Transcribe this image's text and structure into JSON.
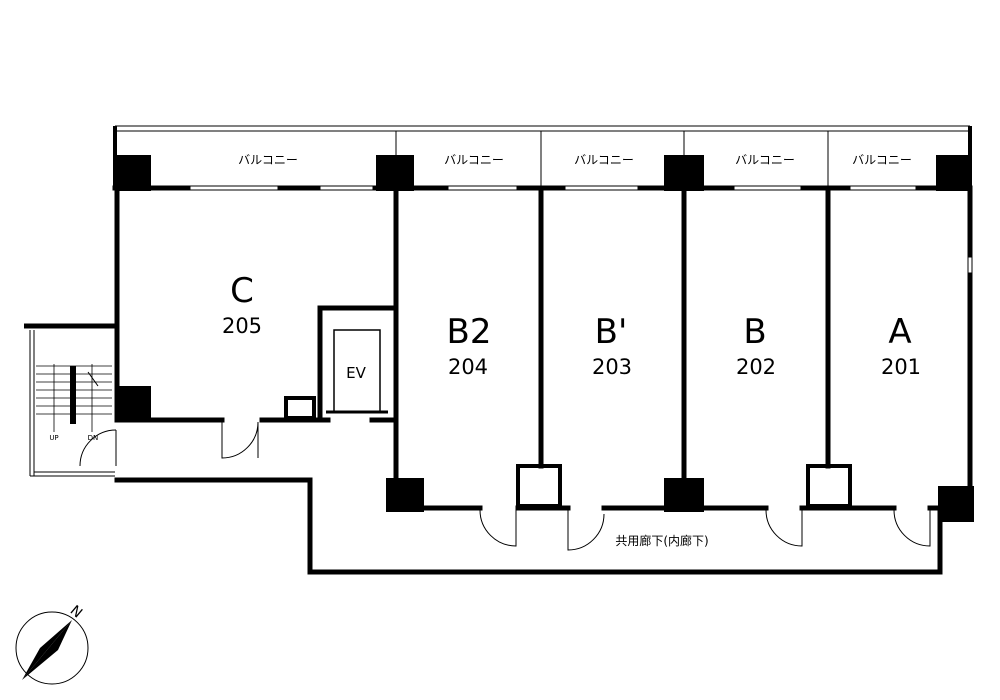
{
  "units": [
    {
      "letter": "C",
      "number": "205"
    },
    {
      "letter": "B2",
      "number": "204"
    },
    {
      "letter": "B'",
      "number": "203"
    },
    {
      "letter": "B",
      "number": "202"
    },
    {
      "letter": "A",
      "number": "201"
    }
  ],
  "balcony_label": "バルコニー",
  "elevator_label": "EV",
  "corridor_label": "共用廊下(内廊下)",
  "stairs": {
    "up": "UP",
    "down": "DN"
  },
  "compass_label": "N"
}
